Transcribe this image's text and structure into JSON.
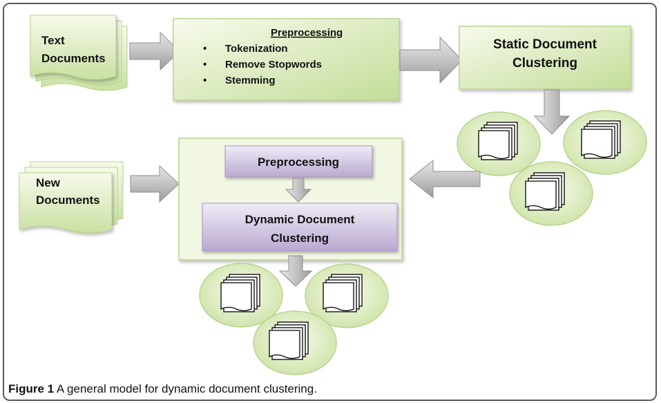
{
  "diagram": {
    "text_documents": [
      "Text",
      "Documents"
    ],
    "preprocessing_title": "Preprocessing",
    "preprocessing_steps": [
      "Tokenization",
      "Remove Stopwords",
      "Stemming"
    ],
    "bullet": "•",
    "static_clustering": [
      "Static Document",
      "Clustering"
    ],
    "new_documents": [
      "New",
      "Documents"
    ],
    "inner_preprocessing": "Preprocessing",
    "dynamic_clustering": [
      "Dynamic Document",
      "Clustering"
    ]
  },
  "caption": {
    "label": "Figure 1",
    "text": " A general model for dynamic document clustering."
  },
  "colors": {
    "green_light": "#f3f8e6",
    "green_dark": "#c7df9f",
    "purple_light": "#eae3f2",
    "purple_dark": "#b9a9d1",
    "arrow": "#b5b5b5"
  }
}
